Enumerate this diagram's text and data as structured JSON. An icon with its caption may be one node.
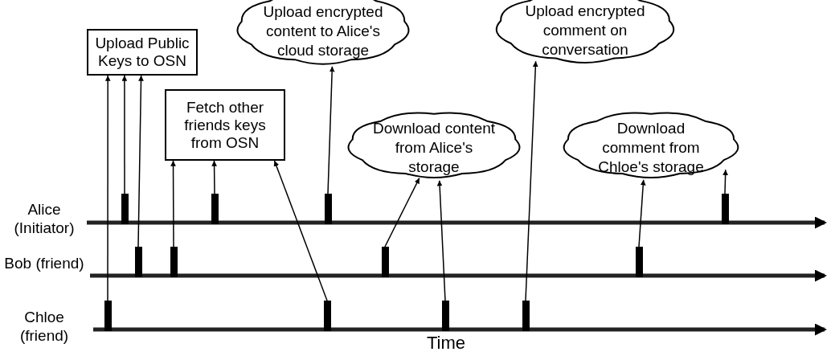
{
  "diagram": {
    "nodes": [
      {
        "text": [
          "Upload Public Keys to OSN"
        ]
      },
      {
        "text": [
          "Upload encrypted content to Alice's cloud storage"
        ]
      },
      {
        "text": [
          "Upload encrypted comment on conversation"
        ]
      },
      {
        "text": [
          "Fetch other friends keys from OSN"
        ]
      },
      {
        "text": [
          "Download content from Alice's storage"
        ]
      },
      {
        "text": [
          "Download comment from Chloe's storage"
        ]
      },
      {
        "text": [],
        "shape": "bar"
      },
      {
        "text": [],
        "shape": "bar"
      },
      {
        "text": [],
        "shape": "bar"
      },
      {
        "text": [],
        "shape": "bar"
      },
      {
        "text": [],
        "shape": "bar"
      },
      {
        "text": [],
        "shape": "bar"
      },
      {
        "text": [],
        "shape": "bar"
      },
      {
        "text": [],
        "shape": "bar"
      },
      {
        "text": [],
        "shape": "bar"
      },
      {
        "text": [],
        "shape": "bar"
      },
      {
        "text": [],
        "shape": "bar"
      },
      {
        "text": [],
        "shape": "bar"
      }
    ],
    "edges": [
      {
        "from": 14,
        "to": 0,
        "arrow": "to"
      },
      {
        "from": 6,
        "to": 0,
        "arrow": "to"
      },
      {
        "from": 10,
        "to": 0,
        "arrow": "to"
      },
      {
        "from": 11,
        "to": 3,
        "arrow": "to"
      },
      {
        "from": 7,
        "to": 3,
        "arrow": "to"
      },
      {
        "from": 15,
        "to": 3,
        "arrow": "to"
      },
      {
        "from": 8,
        "to": 1,
        "arrow": "to"
      },
      {
        "from": 12,
        "to": 4,
        "arrow": "to"
      },
      {
        "from": 16,
        "to": 4,
        "arrow": "to"
      },
      {
        "from": 17,
        "to": 2,
        "arrow": "to"
      },
      {
        "from": 13,
        "to": 5,
        "arrow": "to"
      },
      {
        "from": 9,
        "to": 5,
        "arrow": "to"
      }
    ],
    "labels": [
      "Alice (Initiator)",
      "Bob (friend)",
      "Chloe (friend)",
      "Time"
    ]
  }
}
